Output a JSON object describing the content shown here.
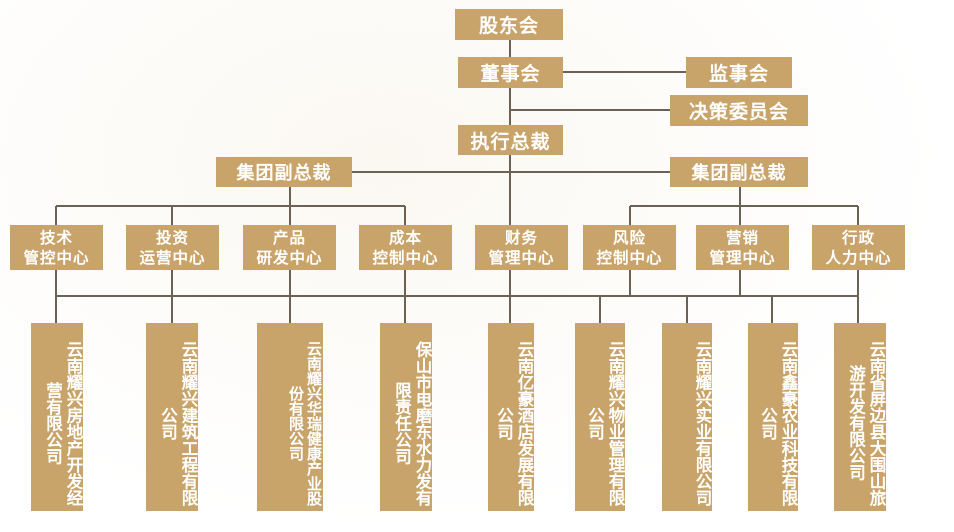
{
  "top": {
    "shareholders": "股东会",
    "board": "董事会",
    "supervisors": "监事会",
    "decision_committee": "决策委员会",
    "executive_president": "执行总裁"
  },
  "vice_presidents": {
    "left": "集团副总裁",
    "right": "集团副总裁"
  },
  "departments": [
    "技术\n管控中心",
    "投资\n运营中心",
    "产品\n研发中心",
    "成本\n控制中心",
    "财务\n管理中心",
    "风险\n控制中心",
    "营销\n管理中心",
    "行政\n人力中心"
  ],
  "companies": [
    "云南耀兴房地产开发经营有限公司",
    "云南耀兴建筑工程有限公司",
    "云南耀兴华瑞健康产业股份有限公司",
    "保山市电磨东水力发有限责任公司",
    "云南亿豪酒店发展有限公司",
    "云南耀兴物业管理有限公司",
    "云南耀兴实业有限公司",
    "云南鑫豪农业科技有限公司",
    "云南省屏边县大围山旅游开发有限公司"
  ],
  "colors": {
    "box": "#c9a46a",
    "line": "#6b6155"
  }
}
